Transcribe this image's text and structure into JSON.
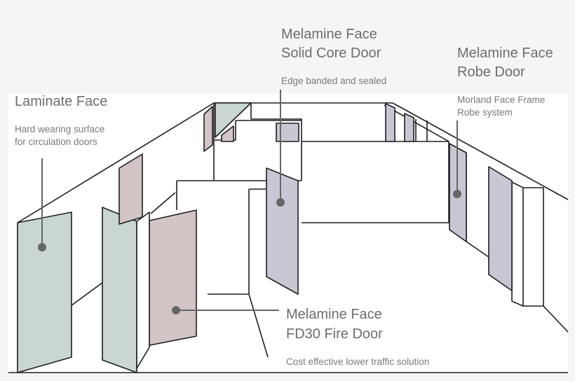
{
  "colors": {
    "background": "#f5f5f5",
    "panel": "#ffffff",
    "line": "#1e1e1e",
    "laminate": "#c9d6d1",
    "melamine_pink": "#d3c5c5",
    "melamine_lilac": "#c8c8d5",
    "leader": "#666666"
  },
  "labels": {
    "laminate": {
      "title": "Laminate Face",
      "desc_line1": "Hard wearing surface",
      "desc_line2": "for circulation doors"
    },
    "solid_core": {
      "title_line1": "Melamine Face",
      "title_line2": "Solid Core Door",
      "desc": "Edge banded and sealed"
    },
    "robe": {
      "title_line1": "Melamine Face",
      "title_line2": "Robe Door",
      "desc_line1": "Morland Face Frame",
      "desc_line2": "Robe system"
    },
    "fire": {
      "title_line1": "Melamine Face",
      "title_line2": "FD30 Fire Door",
      "desc": "Cost effective lower traffic solution"
    }
  }
}
